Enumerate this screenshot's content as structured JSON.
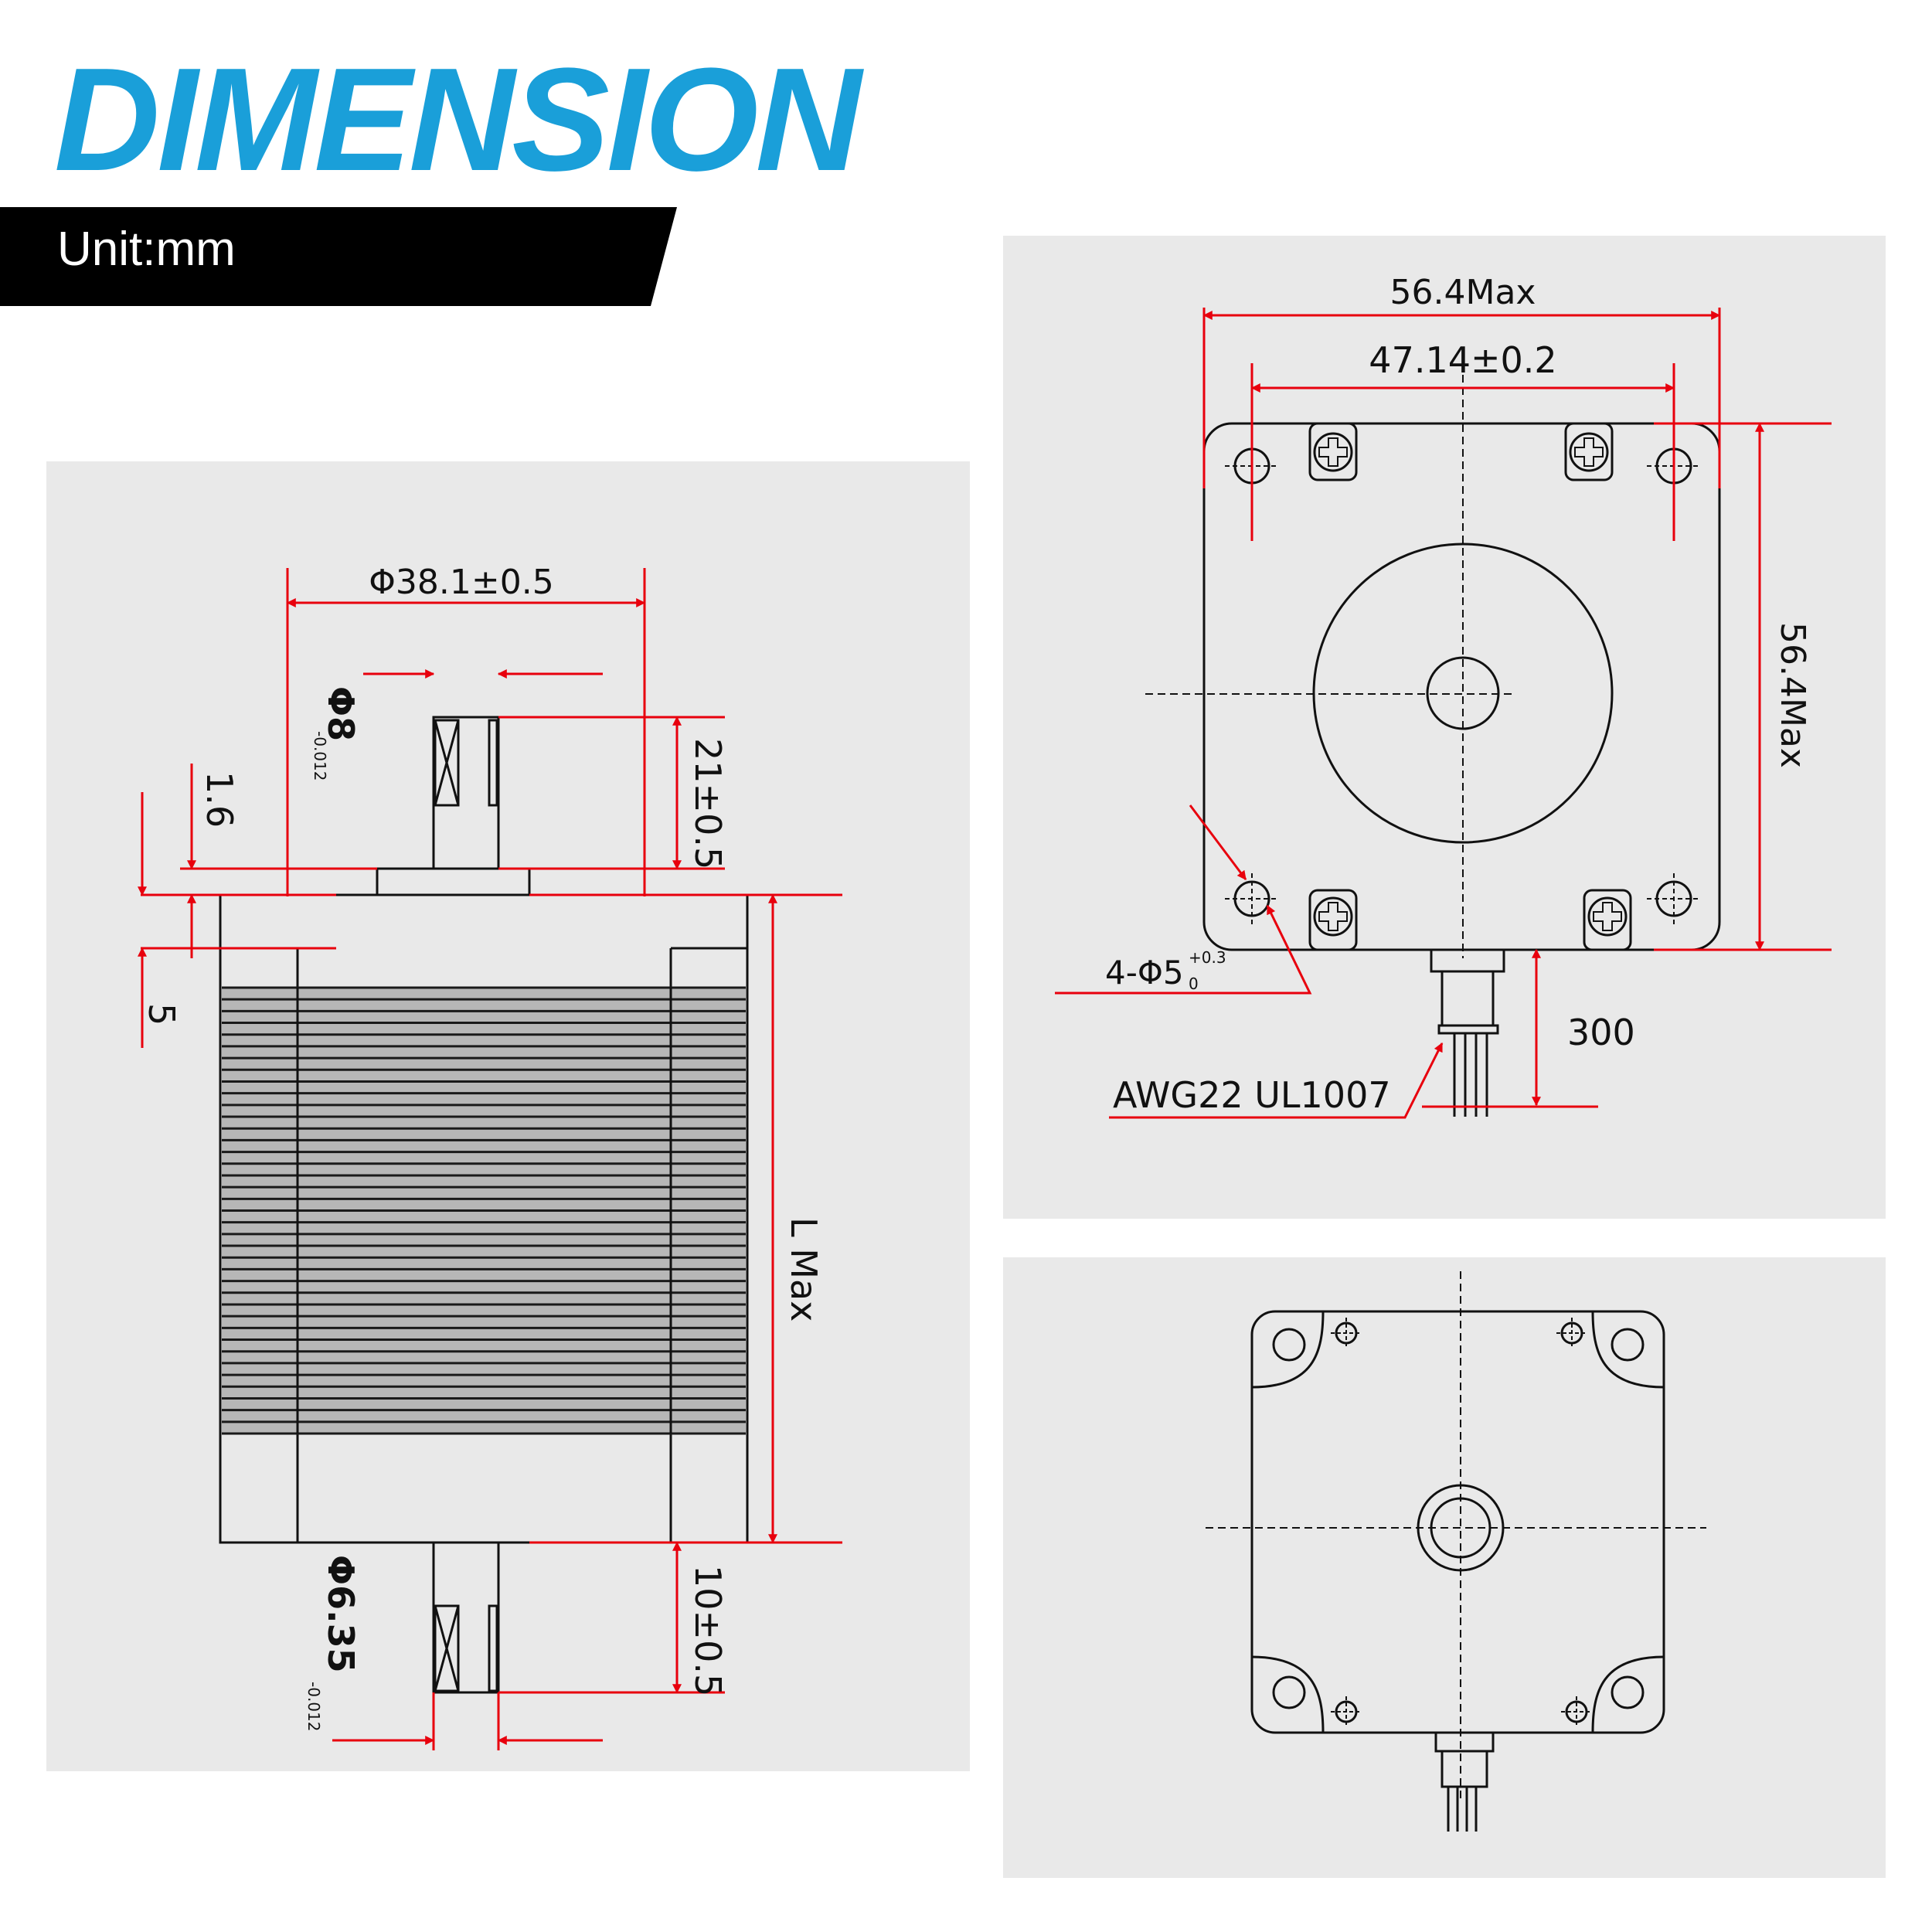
{
  "header": {
    "title": "DIMENSION",
    "unit_label": "Unit:mm"
  },
  "colors": {
    "accent": "#1a9fd9",
    "dimension_line": "#e8000d",
    "panel_bg": "#e9e9e9",
    "outline": "#111111",
    "band": "#000000"
  },
  "side_view": {
    "flange_diameter": "Φ38.1±0.5",
    "front_shaft_diameter": "Φ8",
    "front_shaft_tolerance": "-0.012",
    "front_shaft_length": "21±0.5",
    "flange_height": "1.6",
    "end_cap": "5",
    "body_length": "L Max",
    "rear_shaft_diameter": "Φ6.35",
    "rear_shaft_tolerance": "-0.012",
    "rear_shaft_length": "10±0.5"
  },
  "front_view": {
    "outer_width": "56.4Max",
    "hole_spacing": "47.14±0.2",
    "outer_height": "56.4Max",
    "mount_holes": "4-Φ5",
    "mount_holes_tol_upper": "+0.3",
    "mount_holes_tol_lower": "0",
    "lead_length": "300",
    "wire_spec": "AWG22 UL1007"
  },
  "rear_view": {}
}
